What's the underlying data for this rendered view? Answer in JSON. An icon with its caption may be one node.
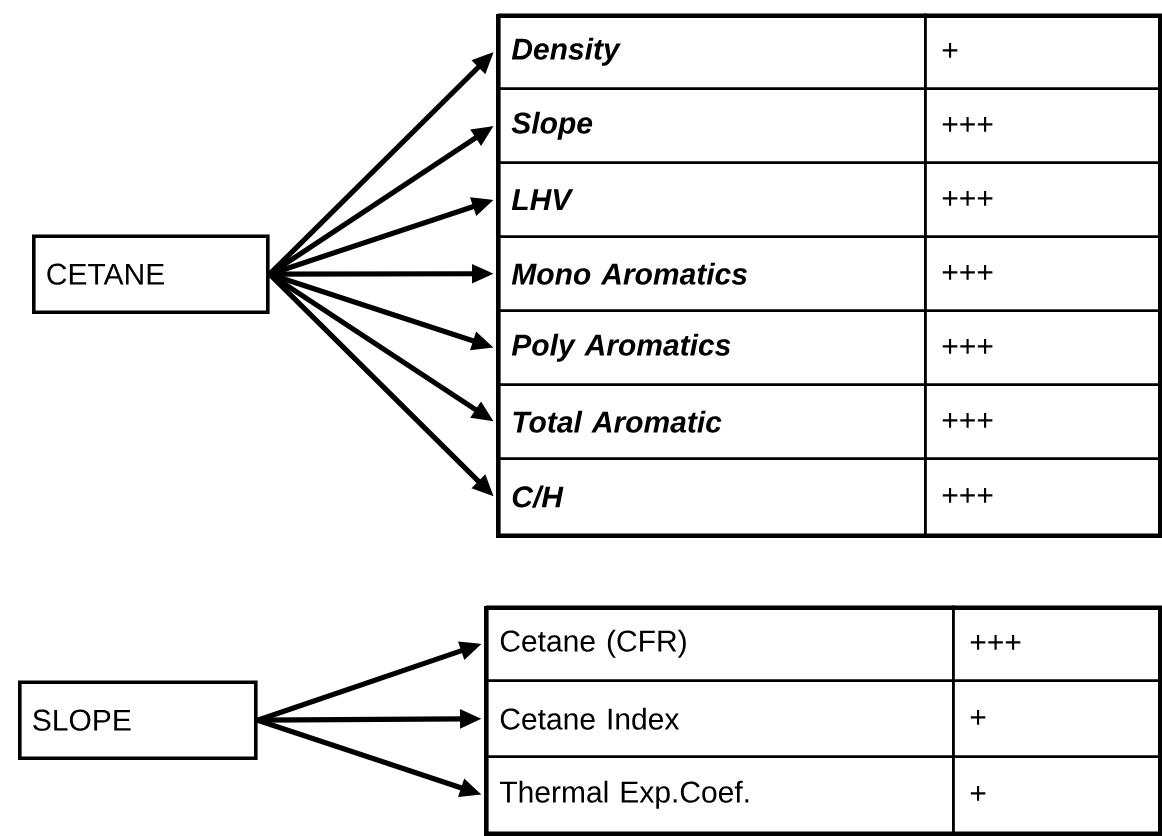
{
  "diagram": {
    "nodes": [
      {
        "text": [
          "CETANE"
        ]
      },
      {
        "text": [
          "Density"
        ]
      },
      {
        "text": [
          "Slope"
        ]
      },
      {
        "text": [
          "LHV"
        ]
      },
      {
        "text": [
          "Mono Aromatics"
        ]
      },
      {
        "text": [
          "Poly Aromatics"
        ]
      },
      {
        "text": [
          "Total Aromatic"
        ]
      },
      {
        "text": [
          "C/H"
        ]
      },
      {
        "text": [
          "SLOPE"
        ]
      },
      {
        "text": [
          "Cetane (CFR)"
        ]
      },
      {
        "text": [
          "Cetane Index"
        ]
      },
      {
        "text": [
          "Thermal Exp.Coef."
        ]
      }
    ],
    "edges": [
      {
        "from": 0,
        "to": 1,
        "arrow": "to"
      },
      {
        "from": 0,
        "to": 2,
        "arrow": "to"
      },
      {
        "from": 0,
        "to": 3,
        "arrow": "to"
      },
      {
        "from": 0,
        "to": 4,
        "arrow": "to"
      },
      {
        "from": 0,
        "to": 5,
        "arrow": "to"
      },
      {
        "from": 0,
        "to": 6,
        "arrow": "to"
      },
      {
        "from": 0,
        "to": 7,
        "arrow": "to"
      },
      {
        "from": 8,
        "to": 9,
        "arrow": "to"
      },
      {
        "from": 8,
        "to": 10,
        "arrow": "to"
      },
      {
        "from": 8,
        "to": 11,
        "arrow": "to"
      }
    ],
    "labels": [
      "+",
      "+++",
      "+++",
      "+++",
      "+++",
      "+++",
      "+++",
      "+++",
      "+",
      "+"
    ]
  }
}
